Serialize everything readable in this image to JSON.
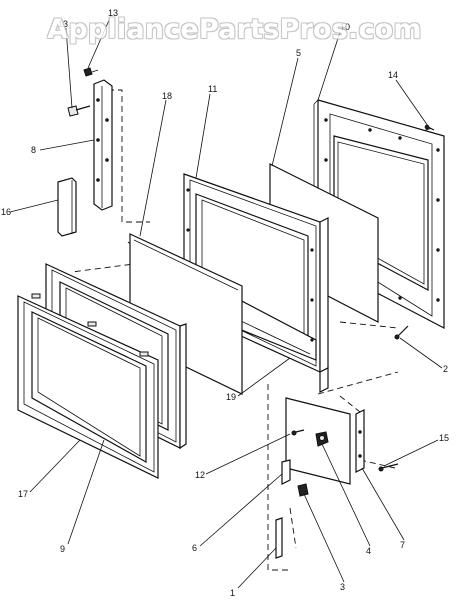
{
  "watermark": "AppliancePartsPros.com",
  "callouts": [
    "13",
    "13",
    "10",
    "5",
    "14",
    "18",
    "11",
    "8",
    "16",
    "2",
    "19",
    "12",
    "15",
    "6",
    "4",
    "7",
    "17",
    "9",
    "3",
    "1"
  ]
}
